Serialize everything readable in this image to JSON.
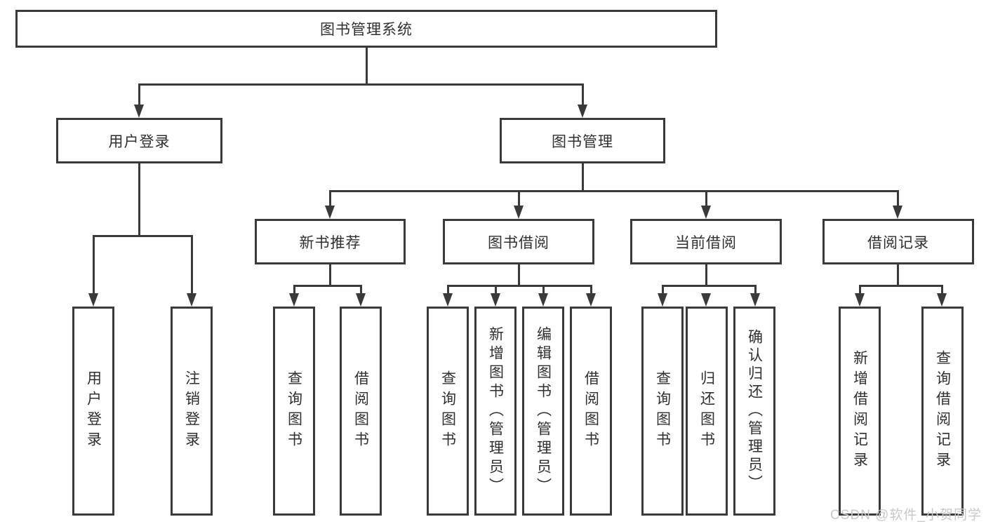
{
  "diagram": {
    "title": "图书管理系统",
    "level2": [
      "用户登录",
      "图书管理"
    ],
    "level3": [
      "新书推荐",
      "图书借阅",
      "当前借阅",
      "借阅记录"
    ],
    "leaves_user": [
      "用户登录",
      "注销登录"
    ],
    "leaves_newbook": [
      "查询图书",
      "借阅图书"
    ],
    "leaves_borrow": [
      "查询图书",
      "新增图书（管理员）",
      "编辑图书（管理员）",
      "借阅图书"
    ],
    "leaves_current": [
      "查询图书",
      "归还图书",
      "确认归还（管理员）"
    ],
    "leaves_record": [
      "新增借阅记录",
      "查询借阅记录"
    ],
    "watermark": "CSDN @软件_小贺同学",
    "colors": {
      "line": "#3a3a3a",
      "text": "#2f2f2f",
      "watermark": "#c8c8c8",
      "background": "#ffffff"
    }
  }
}
